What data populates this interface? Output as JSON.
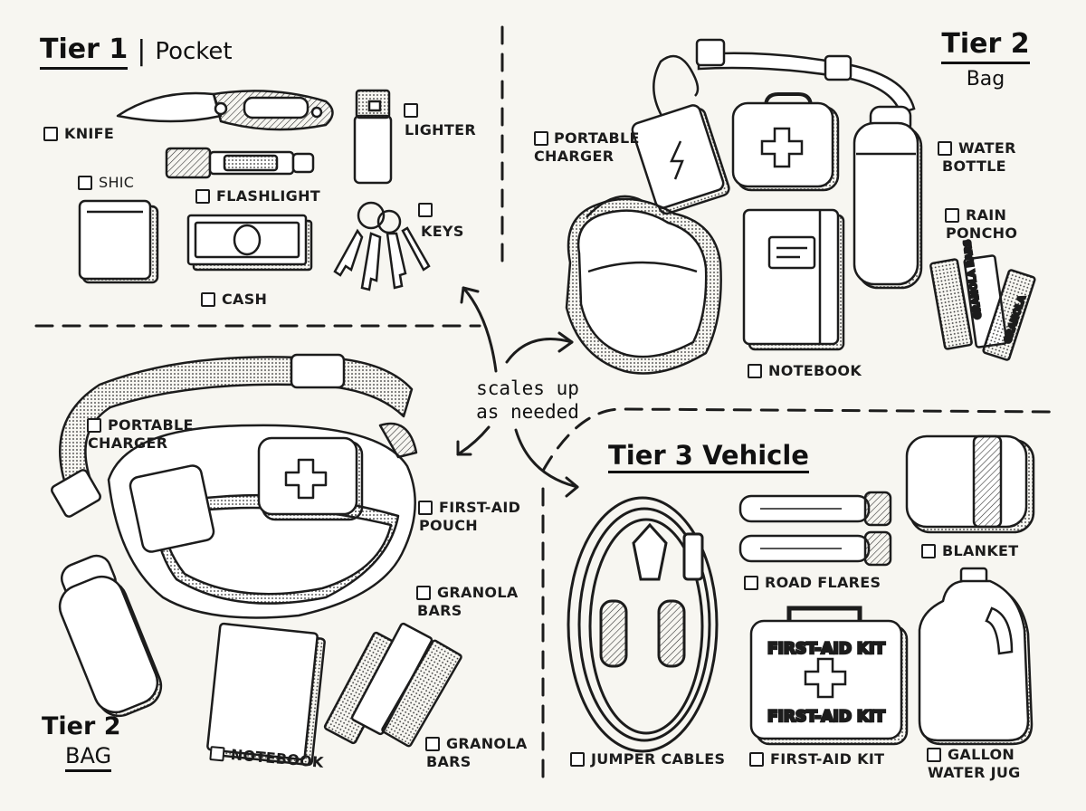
{
  "tier1": {
    "title": "Tier 1",
    "subtitle": "Pocket",
    "items": {
      "knife": "KNIFE",
      "lighter": "LIGHTER",
      "shield": "SHIC",
      "flashlight": "FLASHLIGHT",
      "keys": "KEYS",
      "cash": "CASH"
    }
  },
  "tier2_top": {
    "title": "Tier 2",
    "subtitle": "Bag",
    "items": {
      "charger": [
        "PORTABLE",
        "CHARGER"
      ],
      "water": [
        "WATER",
        "BOTTLE"
      ],
      "poncho": [
        "RAIN",
        "PONCHO"
      ],
      "notebook": "NOTEBOOK"
    }
  },
  "tier2_bottom": {
    "title": "Tier 2",
    "subtitle": "BAG",
    "items": {
      "charger": [
        "PORTABLE",
        "CHARGER"
      ],
      "firstaid": [
        "FIRST-AID",
        "POUCH"
      ],
      "granola1": [
        "GRANOLA",
        "BARS"
      ],
      "granola2": [
        "GRANOLA",
        "BARS"
      ],
      "notebook": "NOTEBOOK"
    }
  },
  "tier3": {
    "title": "Tier 3 Vehicle",
    "items": {
      "flares": "ROAD FLARES",
      "blanket": "BLANKET",
      "cables": "JUMPER CABLES",
      "firstaid": "FIRST-AID KIT",
      "jug": [
        "GALLON",
        "WATER JUG"
      ]
    }
  },
  "center_note": [
    "scales up",
    "as needed"
  ],
  "printed": {
    "kit_top": "FIRST-AID KIT",
    "kit_bottom": "FIRST-AID KIT",
    "granola_wrapper": "GRANOLA BARS",
    "granola_wrapper_short": "GRANOLA"
  }
}
